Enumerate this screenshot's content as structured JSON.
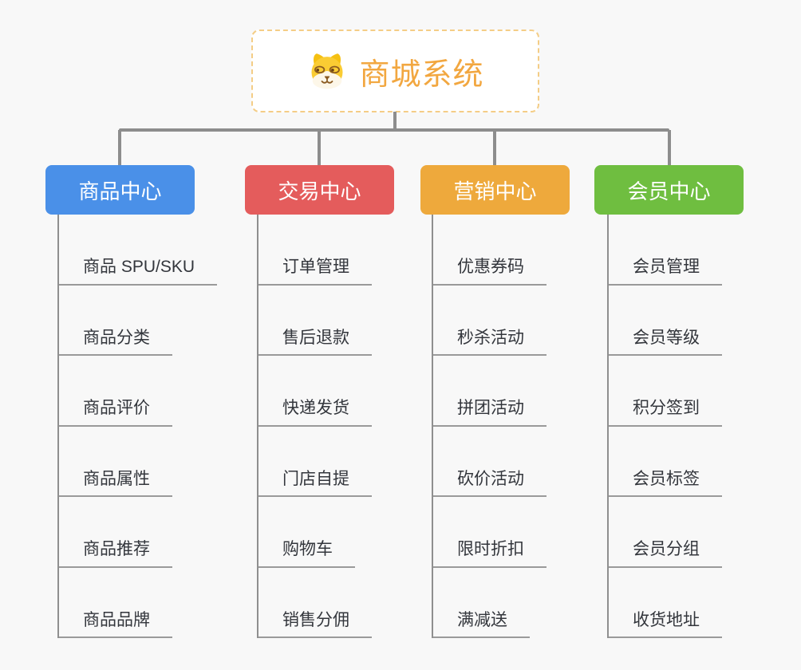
{
  "root": {
    "title": "商城系统",
    "icon": "dog-face-icon"
  },
  "branches": [
    {
      "label": "商品中心",
      "color": "#4A90E8",
      "items": [
        "商品 SPU/SKU",
        "商品分类",
        "商品评价",
        "商品属性",
        "商品推荐",
        "商品品牌"
      ]
    },
    {
      "label": "交易中心",
      "color": "#E45C5C",
      "items": [
        "订单管理",
        "售后退款",
        "快递发货",
        "门店自提",
        "购物车",
        "销售分佣"
      ]
    },
    {
      "label": "营销中心",
      "color": "#EEA93C",
      "items": [
        "优惠券码",
        "秒杀活动",
        "拼团活动",
        "砍价活动",
        "限时折扣",
        "满减送"
      ]
    },
    {
      "label": "会员中心",
      "color": "#6FBE40",
      "items": [
        "会员管理",
        "会员等级",
        "积分签到",
        "会员标签",
        "会员分组",
        "收货地址"
      ]
    }
  ],
  "colors": {
    "background": "#F8F8F8",
    "root_border": "#F4CD86",
    "root_title": "#F2A740",
    "connector": "#8D8D8D",
    "item_underline": "#9A9A9A",
    "item_text": "#33363C"
  }
}
